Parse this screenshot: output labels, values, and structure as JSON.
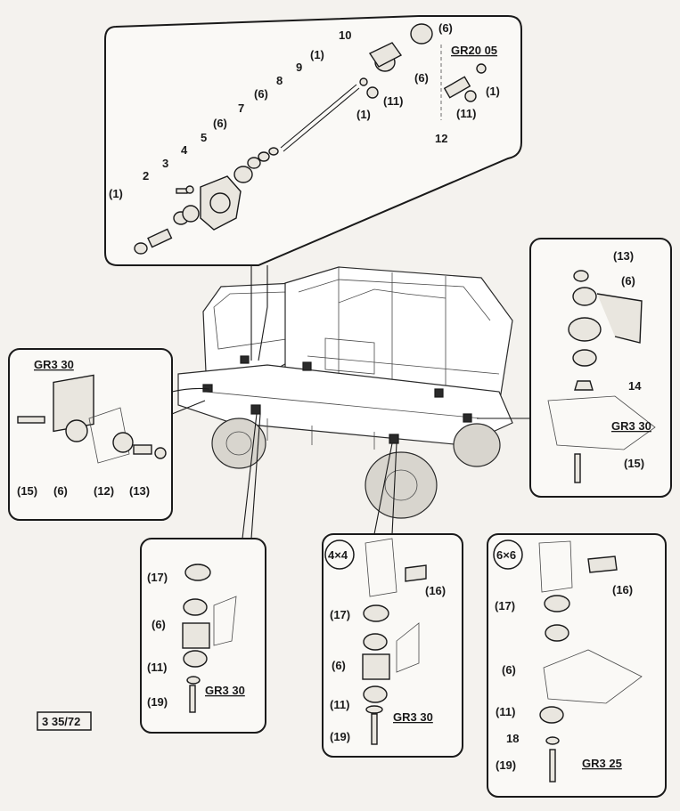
{
  "diagram_id": "3 35/72",
  "top_panel": {
    "ref_label": "GR20 05",
    "labels": [
      "(1)",
      "2",
      "3",
      "4",
      "5",
      "(6)",
      "7",
      "(6)",
      "8",
      "9",
      "(1)",
      "10",
      "(1)",
      "(11)",
      "(6)",
      "(6)",
      "(1)",
      "(11)",
      "12"
    ]
  },
  "left_panel": {
    "ref_label": "GR3 30",
    "labels": [
      "(15)",
      "(6)",
      "(12)",
      "(13)"
    ]
  },
  "right_panel": {
    "ref_label": "GR3 30",
    "labels": [
      "(13)",
      "(6)",
      "14",
      "(15)"
    ]
  },
  "bottom_left_panel": {
    "ref_label": "GR3 30",
    "labels": [
      "(17)",
      "(6)",
      "(11)",
      "(19)"
    ]
  },
  "bottom_mid_panel": {
    "variant": "4×4",
    "ref_label": "GR3 30",
    "labels": [
      "(16)",
      "(17)",
      "(6)",
      "(11)",
      "(19)"
    ]
  },
  "bottom_right_panel": {
    "variant": "6×6",
    "ref_label": "GR3 25",
    "labels": [
      "(16)",
      "(17)",
      "(6)",
      "(11)",
      "18",
      "(19)"
    ]
  },
  "colors": {
    "ink": "#1a1a1a",
    "paper": "#f4f2ee"
  }
}
